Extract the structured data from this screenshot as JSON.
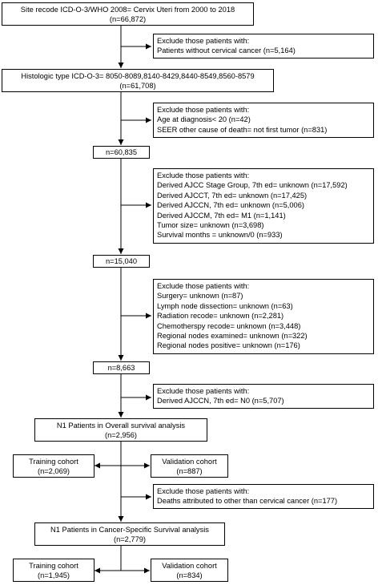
{
  "boxes": {
    "b1": {
      "lines": [
        "Site recode ICD-O-3/WHO 2008= Cervix Uteri from 2000 to 2018",
        "(n=66,872)"
      ]
    },
    "e1": {
      "lines": [
        "Exclude those patients with:",
        "Patients without cervical cancer (n=5,164)"
      ]
    },
    "b2": {
      "lines": [
        "Histologic type ICD-O-3= 8050-8089,8140-8429,8440-8549,8560-8579",
        "(n=61,708)"
      ]
    },
    "e2": {
      "lines": [
        "Exclude those patients with:",
        "Age at diagnosis< 20   (n=42)",
        "SEER other cause of death= not first tumor (n=831)"
      ]
    },
    "b3": {
      "lines": [
        "n=60,835"
      ]
    },
    "e3": {
      "lines": [
        "Exclude those patients with:",
        "Derived AJCC Stage Group, 7th ed= unknown (n=17,592)",
        "Derived AJCCT, 7th ed= unknown (n=17,425)",
        "Derived AJCCN, 7th ed= unknown (n=5,006)",
        "Derived AJCCM, 7th ed= M1 (n=1,141)",
        "Tumor size= unknown (n=3,698)",
        "Survival months = unknown/0 (n=933)"
      ]
    },
    "b4": {
      "lines": [
        "n=15,040"
      ]
    },
    "e4": {
      "lines": [
        "Exclude those patients with:",
        "Surgery= unknown (n=87)",
        "Lymph node dissection= unknown (n=63)",
        "Radiation recode= unknown (n=2,281)",
        "Chemotherspy recode= unknown (n=3,448)",
        "Regional nodes examined= unknown (n=322)",
        "Regional nodes positive= unknown (n=176)"
      ]
    },
    "b5": {
      "lines": [
        "n=8,663"
      ]
    },
    "e5": {
      "lines": [
        "Exclude those patients with:",
        "Derived AJCCN, 7th ed= N0 (n=5,707)"
      ]
    },
    "b6": {
      "lines": [
        "N1 Patients in Overall survival analysis",
        "(n=2,956)"
      ]
    },
    "t1": {
      "lines": [
        "Training cohort",
        "(n=2,069)"
      ]
    },
    "v1": {
      "lines": [
        "Validation cohort",
        "(n=887)"
      ]
    },
    "e6": {
      "lines": [
        "Exclude those patients with:",
        "Deaths attributed to other than cervical cancer (n=177)"
      ]
    },
    "b7": {
      "lines": [
        "N1 Patients in Cancer-Specific Survival analysis",
        "(n=2,779)"
      ]
    },
    "t2": {
      "lines": [
        "Training cohort",
        "(n=1,945)"
      ]
    },
    "v2": {
      "lines": [
        "Validation cohort",
        "(n=834)"
      ]
    }
  }
}
